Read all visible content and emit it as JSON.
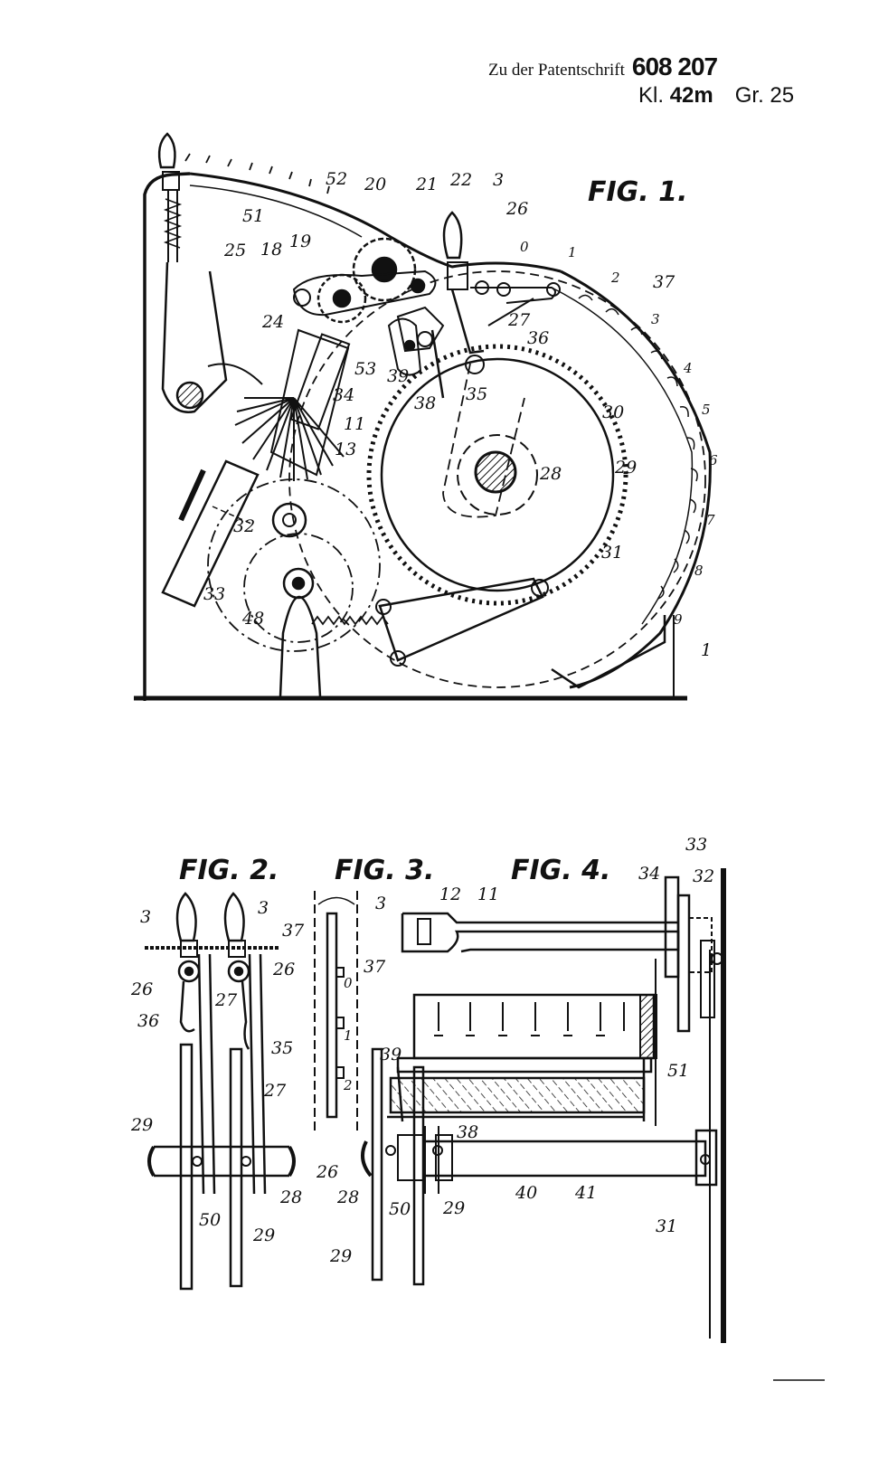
{
  "header": {
    "prefix": "Zu der Patentschrift",
    "patent_number": "608 207",
    "class_label": "Kl.",
    "class_value": "42m",
    "group_label": "Gr.",
    "group_value": "25"
  },
  "fig1": {
    "title": "FIG. 1.",
    "scale_numbers": [
      "0",
      "1",
      "2",
      "3",
      "4",
      "5",
      "6",
      "7",
      "8",
      "9"
    ],
    "labels": {
      "l1": "1",
      "l3": "3",
      "l11": "11",
      "l13": "13",
      "l18": "18",
      "l19": "19",
      "l20": "20",
      "l21": "21",
      "l22": "22",
      "l24": "24",
      "l25": "25",
      "l26": "26",
      "l27": "27",
      "l28": "28",
      "l29": "29",
      "l30": "30",
      "l31": "31",
      "l32": "32",
      "l33": "33",
      "l34": "34",
      "l35": "35",
      "l36": "36",
      "l37": "37",
      "l38": "38",
      "l39": "39",
      "l48": "48",
      "l51": "51",
      "l52": "52",
      "l53": "53"
    }
  },
  "fig2": {
    "title": "FIG. 2.",
    "labels": {
      "l3": "3",
      "l26": "26",
      "l27": "27",
      "l28": "28",
      "l29": "29",
      "l35": "35",
      "l36": "36",
      "l37": "37",
      "l50": "50"
    }
  },
  "fig3": {
    "title": "FIG. 3.",
    "labels": {
      "l3": "3",
      "l37": "37"
    },
    "scale_numbers": [
      "0",
      "1",
      "2"
    ]
  },
  "fig4": {
    "title": "FIG. 4.",
    "labels": {
      "l11": "11",
      "l12": "12",
      "l26": "26",
      "l28": "28",
      "l29": "29",
      "l31": "31",
      "l32": "32",
      "l33": "33",
      "l34": "34",
      "l38": "38",
      "l39": "39",
      "l40": "40",
      "l41": "41",
      "l50": "50",
      "l51": "51"
    }
  }
}
